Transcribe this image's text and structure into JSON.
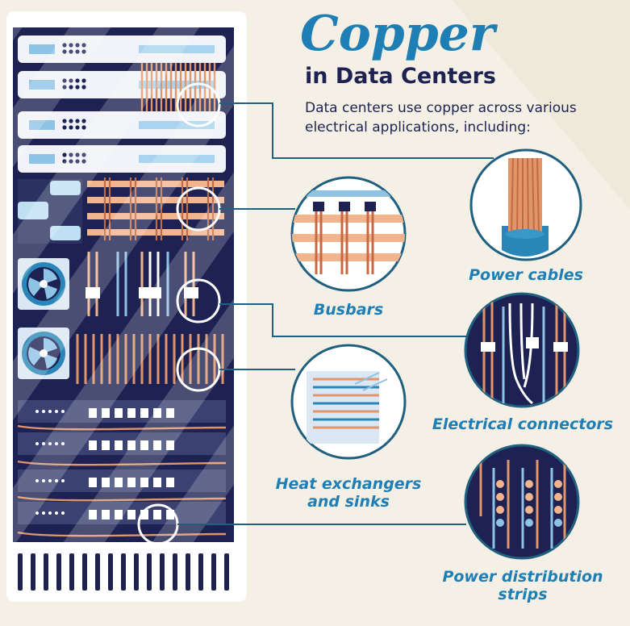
{
  "heading": {
    "title": "Copper",
    "subtitle": "in Data Centers",
    "intro_line1": "Data centers use copper across various",
    "intro_line2": "electrical applications, including:"
  },
  "callouts": {
    "power_cables": "Power cables",
    "busbars": "Busbars",
    "electrical_connectors": "Electrical connectors",
    "heat_line1": "Heat exchangers",
    "heat_line2": "and sinks",
    "pds_line1": "Power distribution",
    "pds_line2": "strips"
  },
  "colors": {
    "background": "#f4f0e6",
    "navy": "#1d2252",
    "teal": "#1f5f7f",
    "blue": "#2a86b8",
    "copper": "#e0956b",
    "copper_dark": "#c46a42"
  }
}
